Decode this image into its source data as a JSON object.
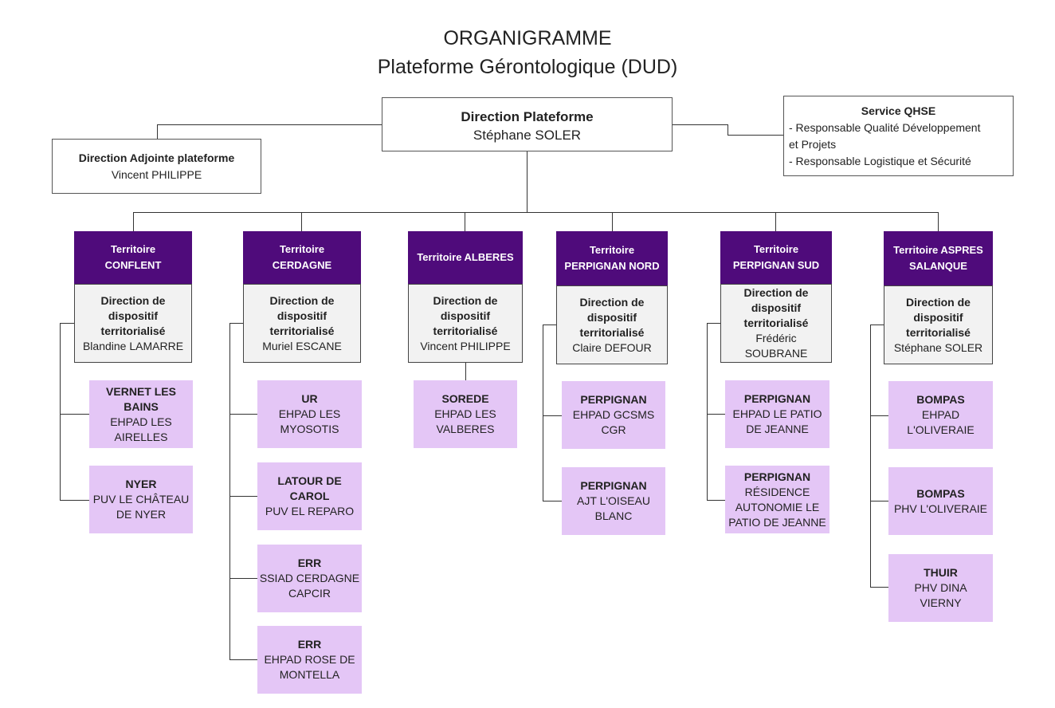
{
  "title": {
    "line1": "ORGANIGRAMME",
    "line2": "Plateforme Gérontologique (DUD)"
  },
  "direction": {
    "title": "Direction Plateforme",
    "name": "Stéphane SOLER"
  },
  "adjointe": {
    "title": "Direction Adjointe plateforme",
    "name": "Vincent PHILIPPE"
  },
  "qhse": {
    "title": "Service QHSE",
    "item1a": "- Responsable Qualité Développement",
    "item1b": "et Projets",
    "item2": "- Responsable Logistique et Sécurité"
  },
  "territories": [
    {
      "head1": "Territoire",
      "head2": "CONFLENT",
      "dir_l1": "Direction de",
      "dir_l2": "dispositif",
      "dir_l3": "territorialisé",
      "dir_name": "Blandine LAMARRE",
      "units": [
        {
          "t1": "VERNET LES",
          "t2": "BAINS",
          "d1": "EHPAD LES",
          "d2": "AIRELLES"
        },
        {
          "t1": "NYER",
          "d1": "PUV LE CHÂTEAU",
          "d2": "DE NYER"
        }
      ]
    },
    {
      "head1": "Territoire",
      "head2": "CERDAGNE",
      "dir_l1": "Direction de",
      "dir_l2": "dispositif",
      "dir_l3": "territorialisé",
      "dir_name": "Muriel ESCANE",
      "units": [
        {
          "t1": "UR",
          "d1": "EHPAD LES",
          "d2": "MYOSOTIS"
        },
        {
          "t1": "LATOUR DE",
          "t2": "CAROL",
          "d1": "PUV EL REPARO"
        },
        {
          "t1": "ERR",
          "d1": "SSIAD CERDAGNE",
          "d2": "CAPCIR"
        },
        {
          "t1": "ERR",
          "d1": "EHPAD ROSE DE",
          "d2": "MONTELLA"
        }
      ]
    },
    {
      "head1": "Territoire ALBERES",
      "dir_l1": "Direction de",
      "dir_l2": "dispositif",
      "dir_l3": "territorialisé",
      "dir_name": "Vincent PHILIPPE",
      "units": [
        {
          "t1": "SOREDE",
          "d1": "EHPAD LES",
          "d2": "VALBERES"
        }
      ]
    },
    {
      "head1": "Territoire",
      "head2": "PERPIGNAN NORD",
      "dir_l1": "Direction de",
      "dir_l2": "dispositif",
      "dir_l3": "territorialisé",
      "dir_name": "Claire DEFOUR",
      "units": [
        {
          "t1": "PERPIGNAN",
          "d1": "EHPAD GCSMS",
          "d2": "CGR"
        },
        {
          "t1": "PERPIGNAN",
          "d1": "AJT L'OISEAU",
          "d2": "BLANC"
        }
      ]
    },
    {
      "head1": "Territoire",
      "head2": "PERPIGNAN SUD",
      "dir_l1": "Direction de",
      "dir_l2": "dispositif",
      "dir_l3": "territorialisé",
      "dir_name": "Frédéric",
      "dir_name2": "SOUBRANE",
      "units": [
        {
          "t1": "PERPIGNAN",
          "d1": "EHPAD LE PATIO",
          "d2": "DE JEANNE"
        },
        {
          "t1": "PERPIGNAN",
          "d1": "RÉSIDENCE",
          "d2": "AUTONOMIE LE",
          "d3": "PATIO DE JEANNE"
        }
      ]
    },
    {
      "head1": "Territoire ASPRES",
      "head2": "SALANQUE",
      "dir_l1": "Direction de",
      "dir_l2": "dispositif",
      "dir_l3": "territorialisé",
      "dir_name": "Stéphane SOLER",
      "units": [
        {
          "t1": "BOMPAS",
          "d1": "EHPAD",
          "d2": "L'OLIVERAIE"
        },
        {
          "t1": "BOMPAS",
          "d1": "PHV L'OLIVERAIE"
        },
        {
          "t1": "THUIR",
          "d1": "PHV DINA",
          "d2": "VIERNY"
        }
      ]
    }
  ]
}
